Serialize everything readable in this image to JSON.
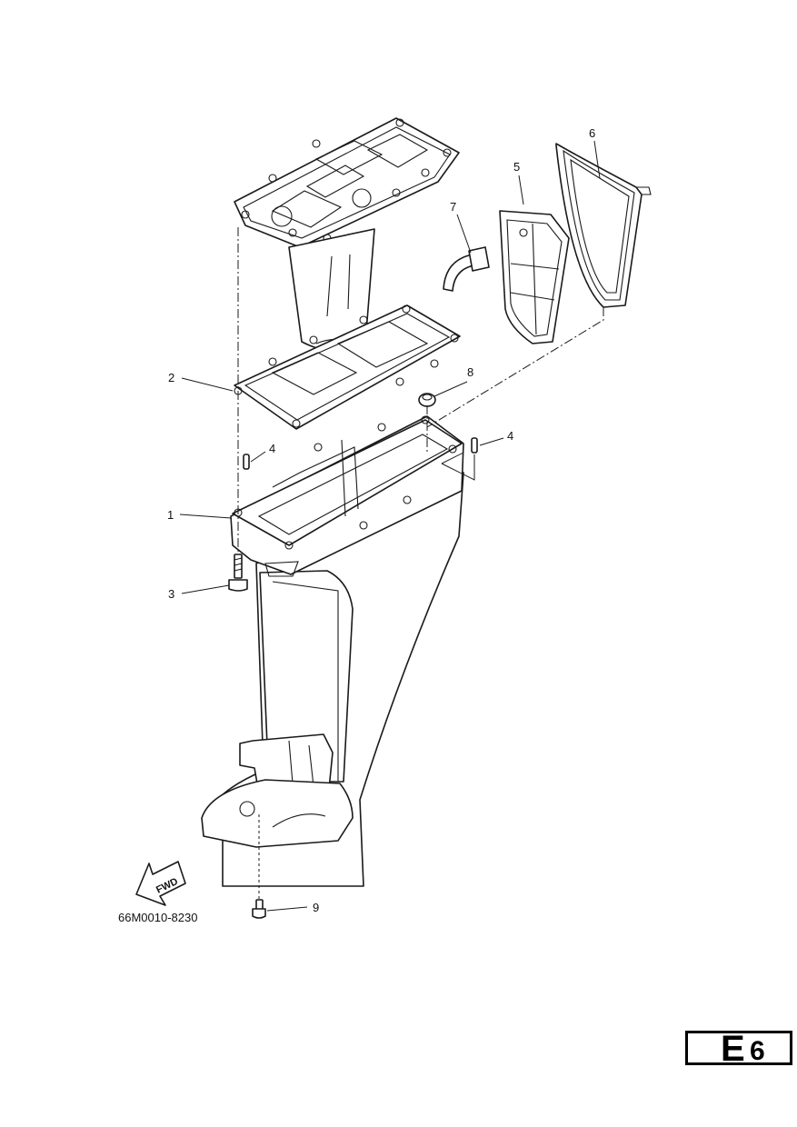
{
  "diagram": {
    "callouts": [
      {
        "id": "1",
        "label": "1"
      },
      {
        "id": "2",
        "label": "2"
      },
      {
        "id": "3",
        "label": "3"
      },
      {
        "id": "4a",
        "label": "4"
      },
      {
        "id": "4b",
        "label": "4"
      },
      {
        "id": "5",
        "label": "5"
      },
      {
        "id": "6",
        "label": "6"
      },
      {
        "id": "7",
        "label": "7"
      },
      {
        "id": "8",
        "label": "8"
      },
      {
        "id": "9",
        "label": "9"
      }
    ],
    "fwd_label": "FWD",
    "part_number": "66M0010-8230"
  },
  "page_tag": {
    "letter": "E",
    "number": "6"
  }
}
